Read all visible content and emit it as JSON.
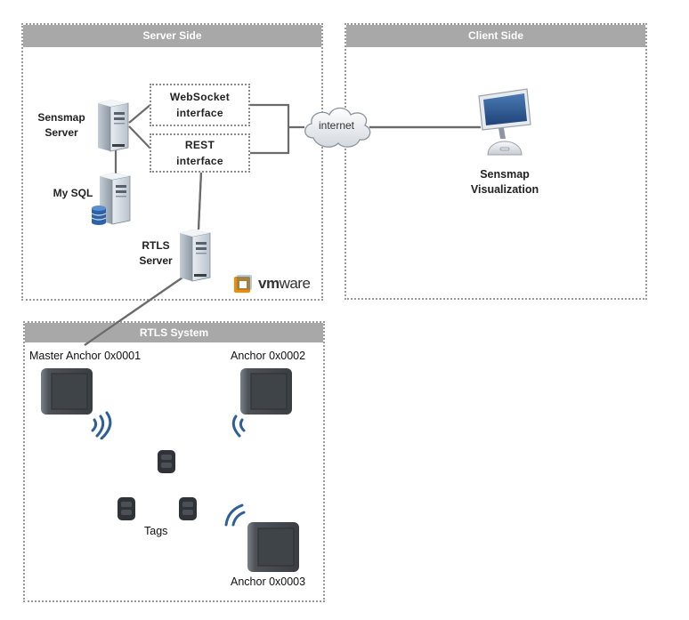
{
  "zones": {
    "server_side": {
      "title": "Server Side"
    },
    "client_side": {
      "title": "Client Side"
    },
    "rtls_system": {
      "title": "RTLS System"
    }
  },
  "server_nodes": {
    "sensmap_server": {
      "line1": "Sensmap",
      "line2": "Server"
    },
    "mysql": {
      "label": "My SQL"
    },
    "rtls_server": {
      "line1": "RTLS",
      "line2": "Server"
    }
  },
  "interfaces": {
    "websocket": {
      "line1": "WebSocket",
      "line2": "interface"
    },
    "rest": {
      "line1": "REST",
      "line2": "interface"
    }
  },
  "network": {
    "cloud_label": "internet"
  },
  "client_nodes": {
    "visualization": {
      "line1": "Sensmap",
      "line2": "Visualization"
    }
  },
  "branding": {
    "vm_bold": "vm",
    "vm_rest": "ware"
  },
  "rtls": {
    "anchors": [
      {
        "label": "Master Anchor 0x0001"
      },
      {
        "label": "Anchor 0x0002"
      },
      {
        "label": "Anchor 0x0003"
      }
    ],
    "tags_label": "Tags"
  },
  "colors": {
    "header_gray": "#a8a8a8",
    "signal_blue": "#2f5f9a",
    "vmware_orange": "#f38b00",
    "vmware_blue": "#1d6fb8",
    "screen_blue": "#2d5a92"
  }
}
